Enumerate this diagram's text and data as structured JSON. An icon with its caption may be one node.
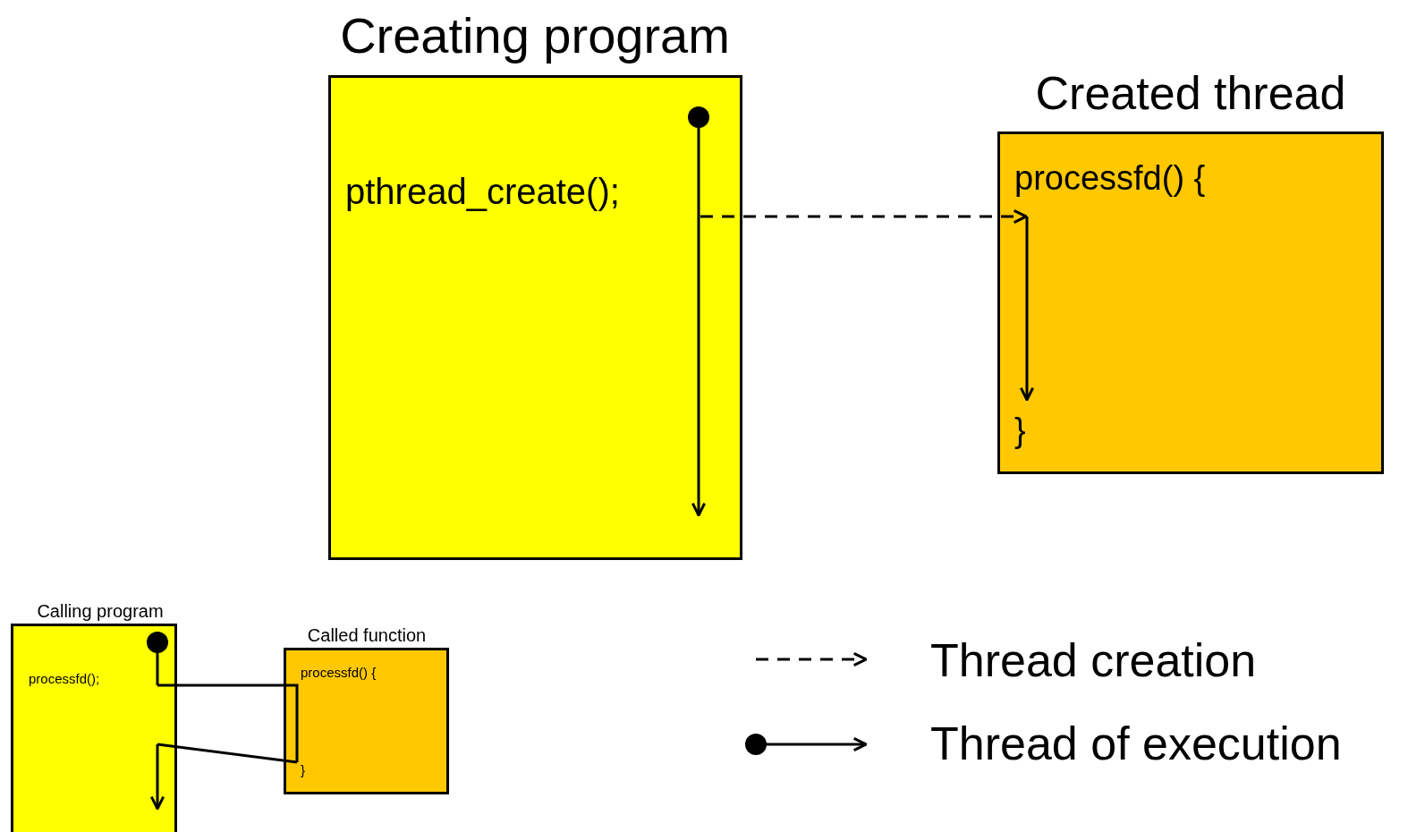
{
  "diagram": {
    "nodes": [
      {
        "text": [
          "Creating program",
          "pthread_create();"
        ]
      },
      {
        "text": [
          "Created thread",
          "processfd() {",
          "}"
        ]
      },
      {
        "text": [
          "Calling program",
          "processfd();"
        ]
      },
      {
        "text": [
          "Called function",
          "processfd() {",
          "}"
        ]
      }
    ],
    "edges": [
      {
        "from": 0,
        "to": 1,
        "arrow": "to",
        "style": "dashed"
      },
      {
        "from": 2,
        "to": 3,
        "arrow": "none"
      },
      {
        "from": 3,
        "to": 2,
        "arrow": "none"
      }
    ],
    "legend": [
      {
        "text": "Thread creation"
      },
      {
        "text": "Thread of execution"
      }
    ]
  }
}
